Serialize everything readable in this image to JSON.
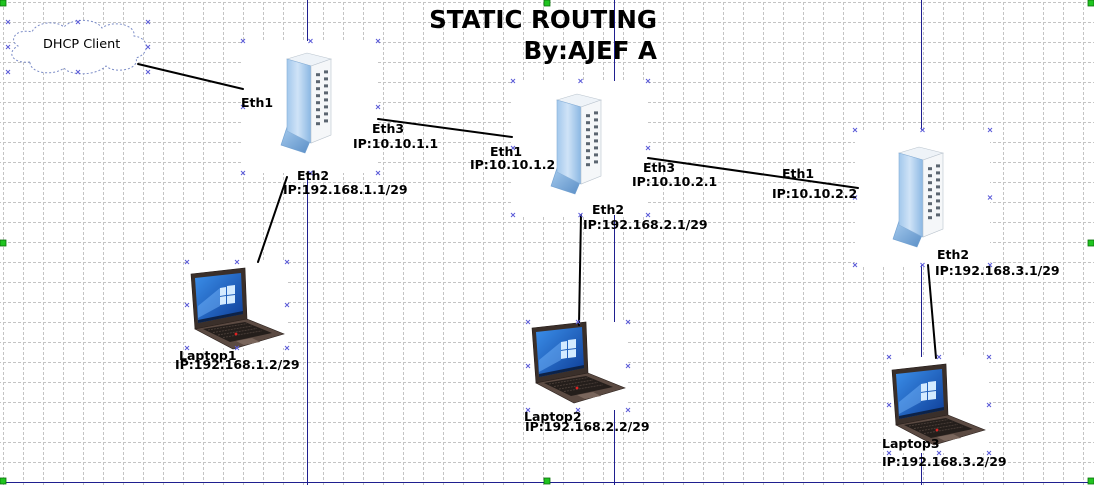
{
  "diagram": {
    "title": "STATIC ROUTING",
    "author": "By:AJEF A",
    "dhcp_client": {
      "label": "DHCP Client",
      "icon": "cloud-icon"
    },
    "routers": [
      {
        "icon": "router-icon",
        "ports": {
          "eth1": "Eth1",
          "eth3": "Eth3",
          "eth3_ip": "IP:10.10.1.1",
          "eth2": "Eth2",
          "eth2_ip": "IP:192.168.1.1/29"
        }
      },
      {
        "icon": "router-icon",
        "ports": {
          "eth1": "Eth1",
          "eth1_ip": "IP:10.10.1.2",
          "eth3": "Eth3",
          "eth3_ip": "IP:10.10.2.1",
          "eth2": "Eth2",
          "eth2_ip": "IP:192.168.2.1/29"
        }
      },
      {
        "icon": "router-icon",
        "ports": {
          "eth1": "Eth1",
          "eth1_ip": "IP:10.10.2.2",
          "eth2": "Eth2",
          "eth2_ip": "IP:192.168.3.1/29"
        }
      }
    ],
    "laptops": [
      {
        "icon": "laptop-icon",
        "label": "Laptop1",
        "ip": "IP:192.168.1.2/29"
      },
      {
        "icon": "laptop-icon",
        "label": "Laptop2",
        "ip": "IP:192.168.2.2/29"
      },
      {
        "icon": "laptop-icon",
        "label": "Laptop3",
        "ip": "IP:192.168.3.2/29"
      }
    ]
  },
  "colors": {
    "page_break": "#1f1f8f",
    "grid": "#c4c4c4",
    "selection_handle": "#1fc41f",
    "connection_point": "#5a5ad8",
    "wire": "#000000",
    "cloud_outline": "#7b8cc7"
  }
}
